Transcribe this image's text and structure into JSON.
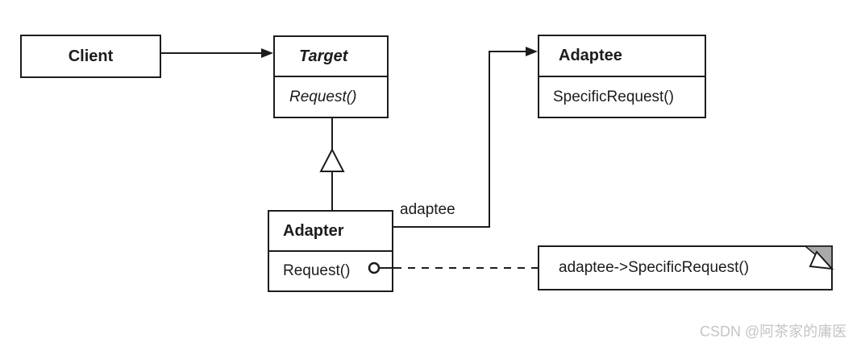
{
  "diagram": {
    "client": {
      "name": "Client"
    },
    "target": {
      "name": "Target",
      "method": "Request()"
    },
    "adaptee": {
      "name": "Adaptee",
      "method": "SpecificRequest()"
    },
    "adapter": {
      "name": "Adapter",
      "method": "Request()"
    },
    "association_label": "adaptee",
    "note_text": "adaptee->SpecificRequest()"
  },
  "watermark": {
    "text": "CSDN @阿茶家的庸医"
  },
  "colors": {
    "background": "#ffffff",
    "line": "#1c1c1c",
    "note_fold_gray": "#a9a9a9",
    "watermark": "#c5c5c5"
  }
}
